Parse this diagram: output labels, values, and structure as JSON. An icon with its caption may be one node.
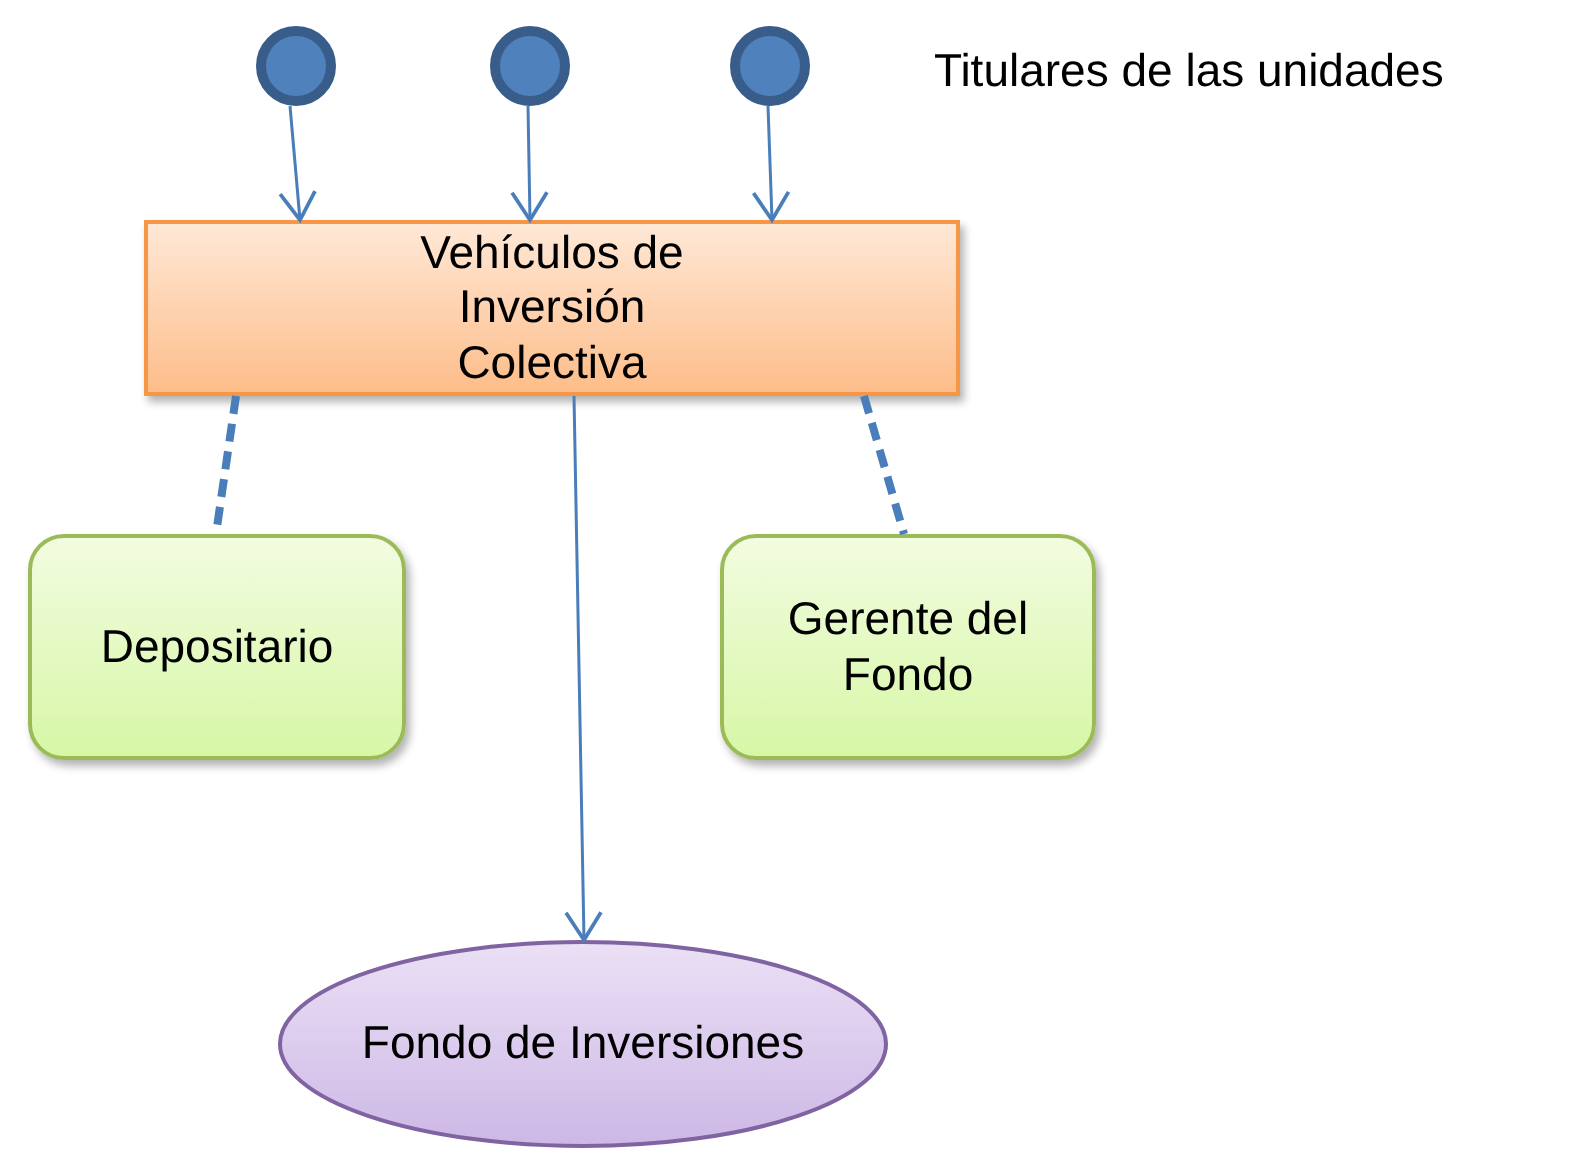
{
  "diagram": {
    "nodes": [
      {
        "text": [],
        "shape": "circle"
      },
      {
        "text": [],
        "shape": "circle"
      },
      {
        "text": [],
        "shape": "circle"
      },
      {
        "text": [
          "Vehículos de Inversión Colectiva"
        ]
      },
      {
        "text": [
          "Depositario"
        ]
      },
      {
        "text": [
          "Gerente del Fondo"
        ]
      },
      {
        "text": [
          "Fondo de Inversiones"
        ]
      }
    ],
    "edges": [
      {
        "from": 0,
        "to": 3,
        "arrow": "to"
      },
      {
        "from": 1,
        "to": 3,
        "arrow": "to"
      },
      {
        "from": 2,
        "to": 3,
        "arrow": "to"
      },
      {
        "from": 3,
        "to": 4,
        "arrow": "none",
        "style": "dashed"
      },
      {
        "from": 3,
        "to": 5,
        "arrow": "none",
        "style": "dashed"
      },
      {
        "from": 3,
        "to": 6,
        "arrow": "to"
      }
    ],
    "labels": [
      "Titulares de las unidades"
    ]
  }
}
